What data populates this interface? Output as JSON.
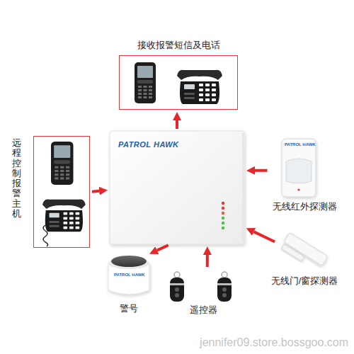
{
  "diagram": {
    "nodes": [
      {
        "text": [
          "接收报警短信及电话"
        ]
      },
      {
        "text": [
          "远程控制报警主机"
        ]
      },
      {
        "text": [
          "PATROL HAWK"
        ]
      },
      {
        "text": [
          "无线红外探测器"
        ]
      },
      {
        "text": [
          "无线门/窗探测器"
        ]
      },
      {
        "text": [
          "遥控器"
        ]
      },
      {
        "text": [
          "警号"
        ]
      }
    ],
    "edges": [
      {
        "from": 2,
        "to": 0,
        "arrow": "to"
      },
      {
        "from": 1,
        "to": 2,
        "arrow": "to"
      },
      {
        "from": 3,
        "to": 2,
        "arrow": "to"
      },
      {
        "from": 4,
        "to": 2,
        "arrow": "to"
      },
      {
        "from": 5,
        "to": 2,
        "arrow": "to"
      },
      {
        "from": 2,
        "to": 6,
        "arrow": "to"
      }
    ],
    "labels": [
      "jennifer09.store.bossgoo.com",
      "PATROL HAWK",
      "PATROL HAWK"
    ]
  }
}
